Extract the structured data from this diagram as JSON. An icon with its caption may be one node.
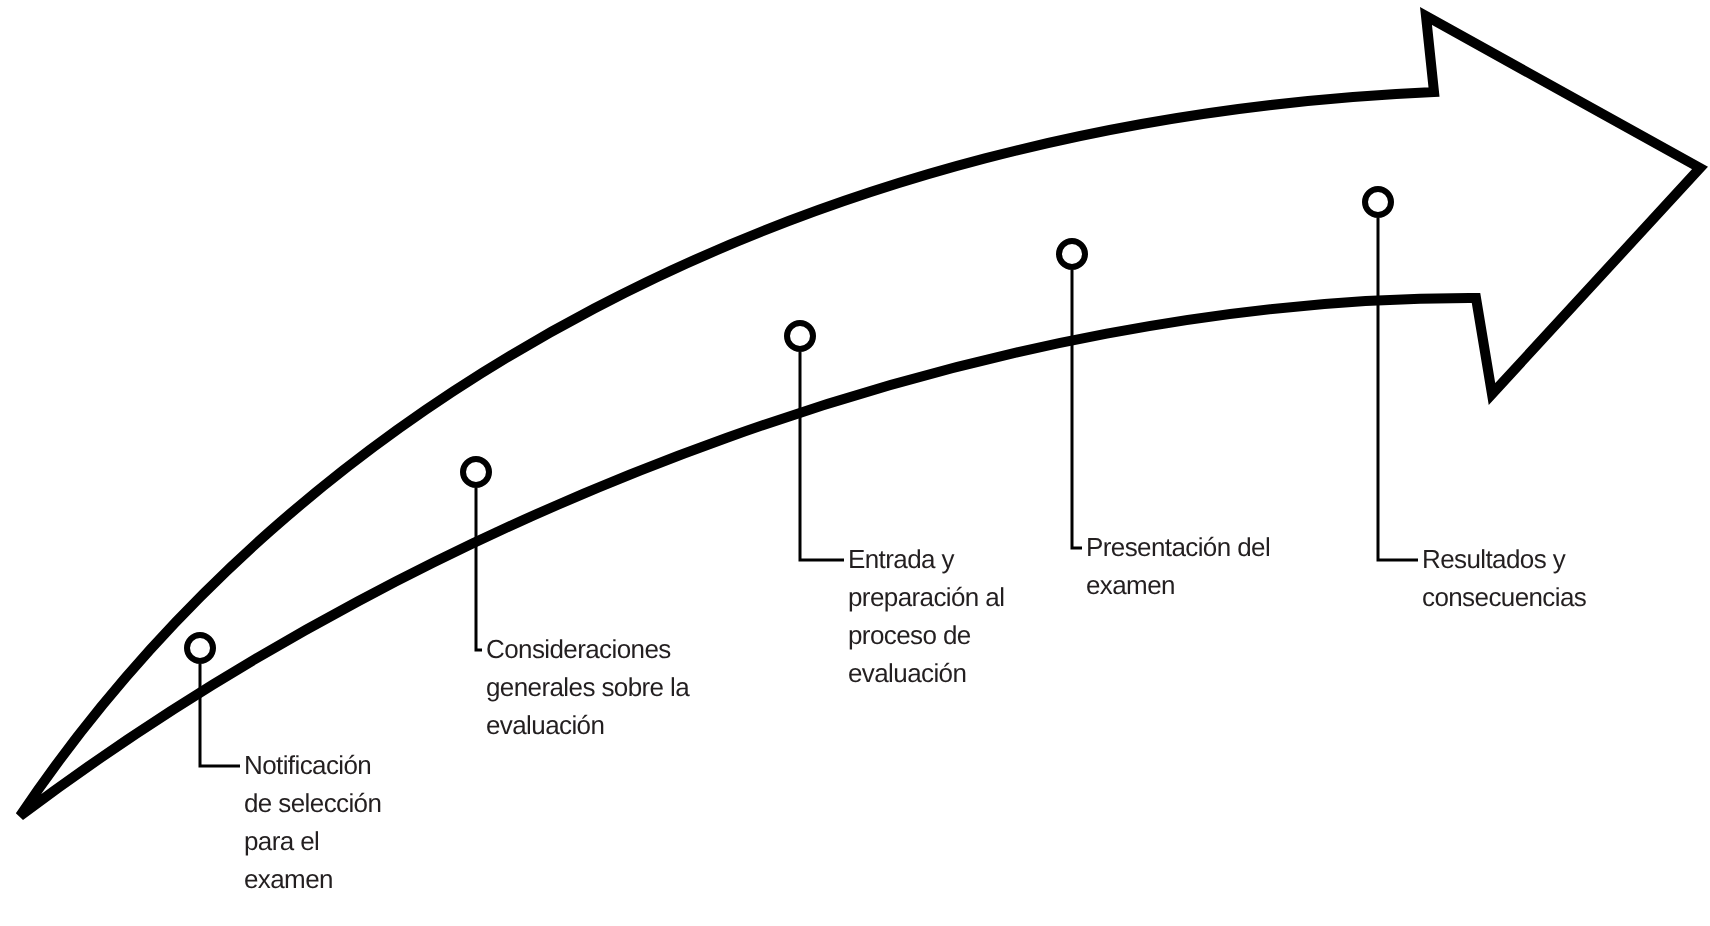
{
  "diagram": {
    "nodes": [
      {
        "text": [
          "Notificación de selección para el examen"
        ]
      },
      {
        "text": [
          "Consideraciones generales sobre la evaluación"
        ]
      },
      {
        "text": [
          "Entrada y preparación al proceso de evaluación"
        ]
      },
      {
        "text": [
          "Presentación del examen"
        ]
      },
      {
        "text": [
          "Resultados y consecuencias"
        ]
      },
      {
        "text": [],
        "shape": "circle"
      },
      {
        "text": [],
        "shape": "circle"
      },
      {
        "text": [],
        "shape": "circle"
      },
      {
        "text": [],
        "shape": "circle"
      },
      {
        "text": [],
        "shape": "circle"
      }
    ],
    "edges": [
      {
        "from": 0,
        "to": 5,
        "arrow": "none"
      },
      {
        "from": 1,
        "to": 6,
        "arrow": "none"
      },
      {
        "from": 2,
        "to": 7,
        "arrow": "none"
      },
      {
        "from": 3,
        "to": 8,
        "arrow": "none"
      },
      {
        "from": 4,
        "to": 9,
        "arrow": "none"
      }
    ]
  }
}
